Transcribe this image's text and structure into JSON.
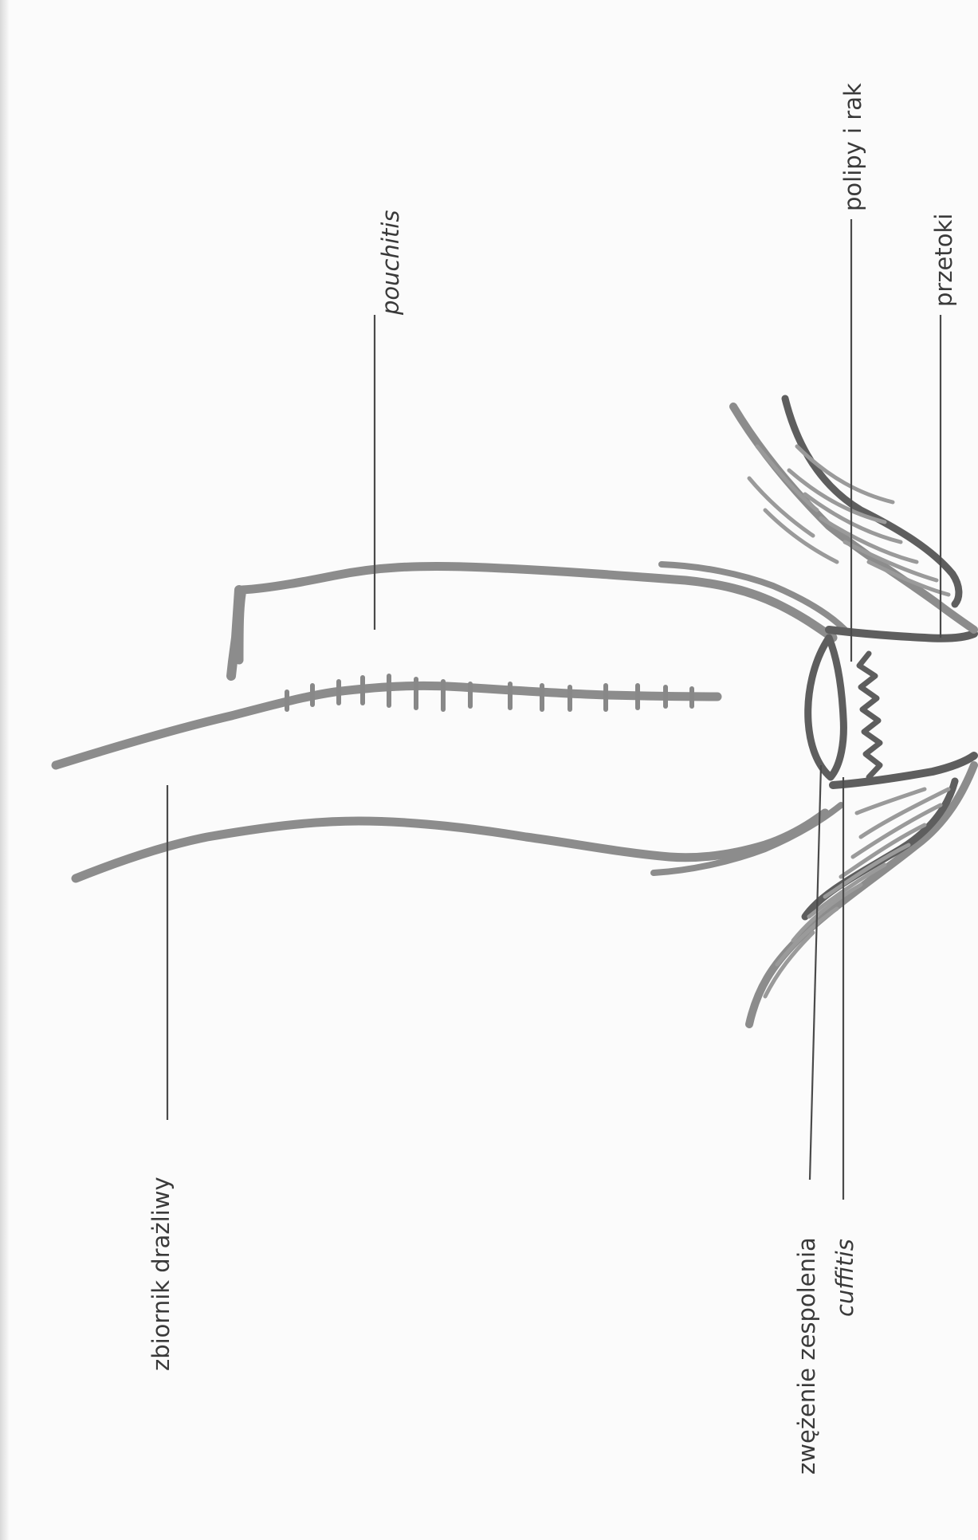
{
  "labels": {
    "pouchitis": "pouchitis",
    "polipy_i_rak": "polipy i rak",
    "przetoki": "przetoki",
    "zbiornik_drazliwy": "zbiornik drażliwy",
    "zwezenie_zespolenia": "zwężenie zespolenia",
    "cuffitis": "cuffitis"
  },
  "colors": {
    "background": "#fbfbfb",
    "ink": "#3a3a3a",
    "drawing": "#8c8c8c"
  }
}
